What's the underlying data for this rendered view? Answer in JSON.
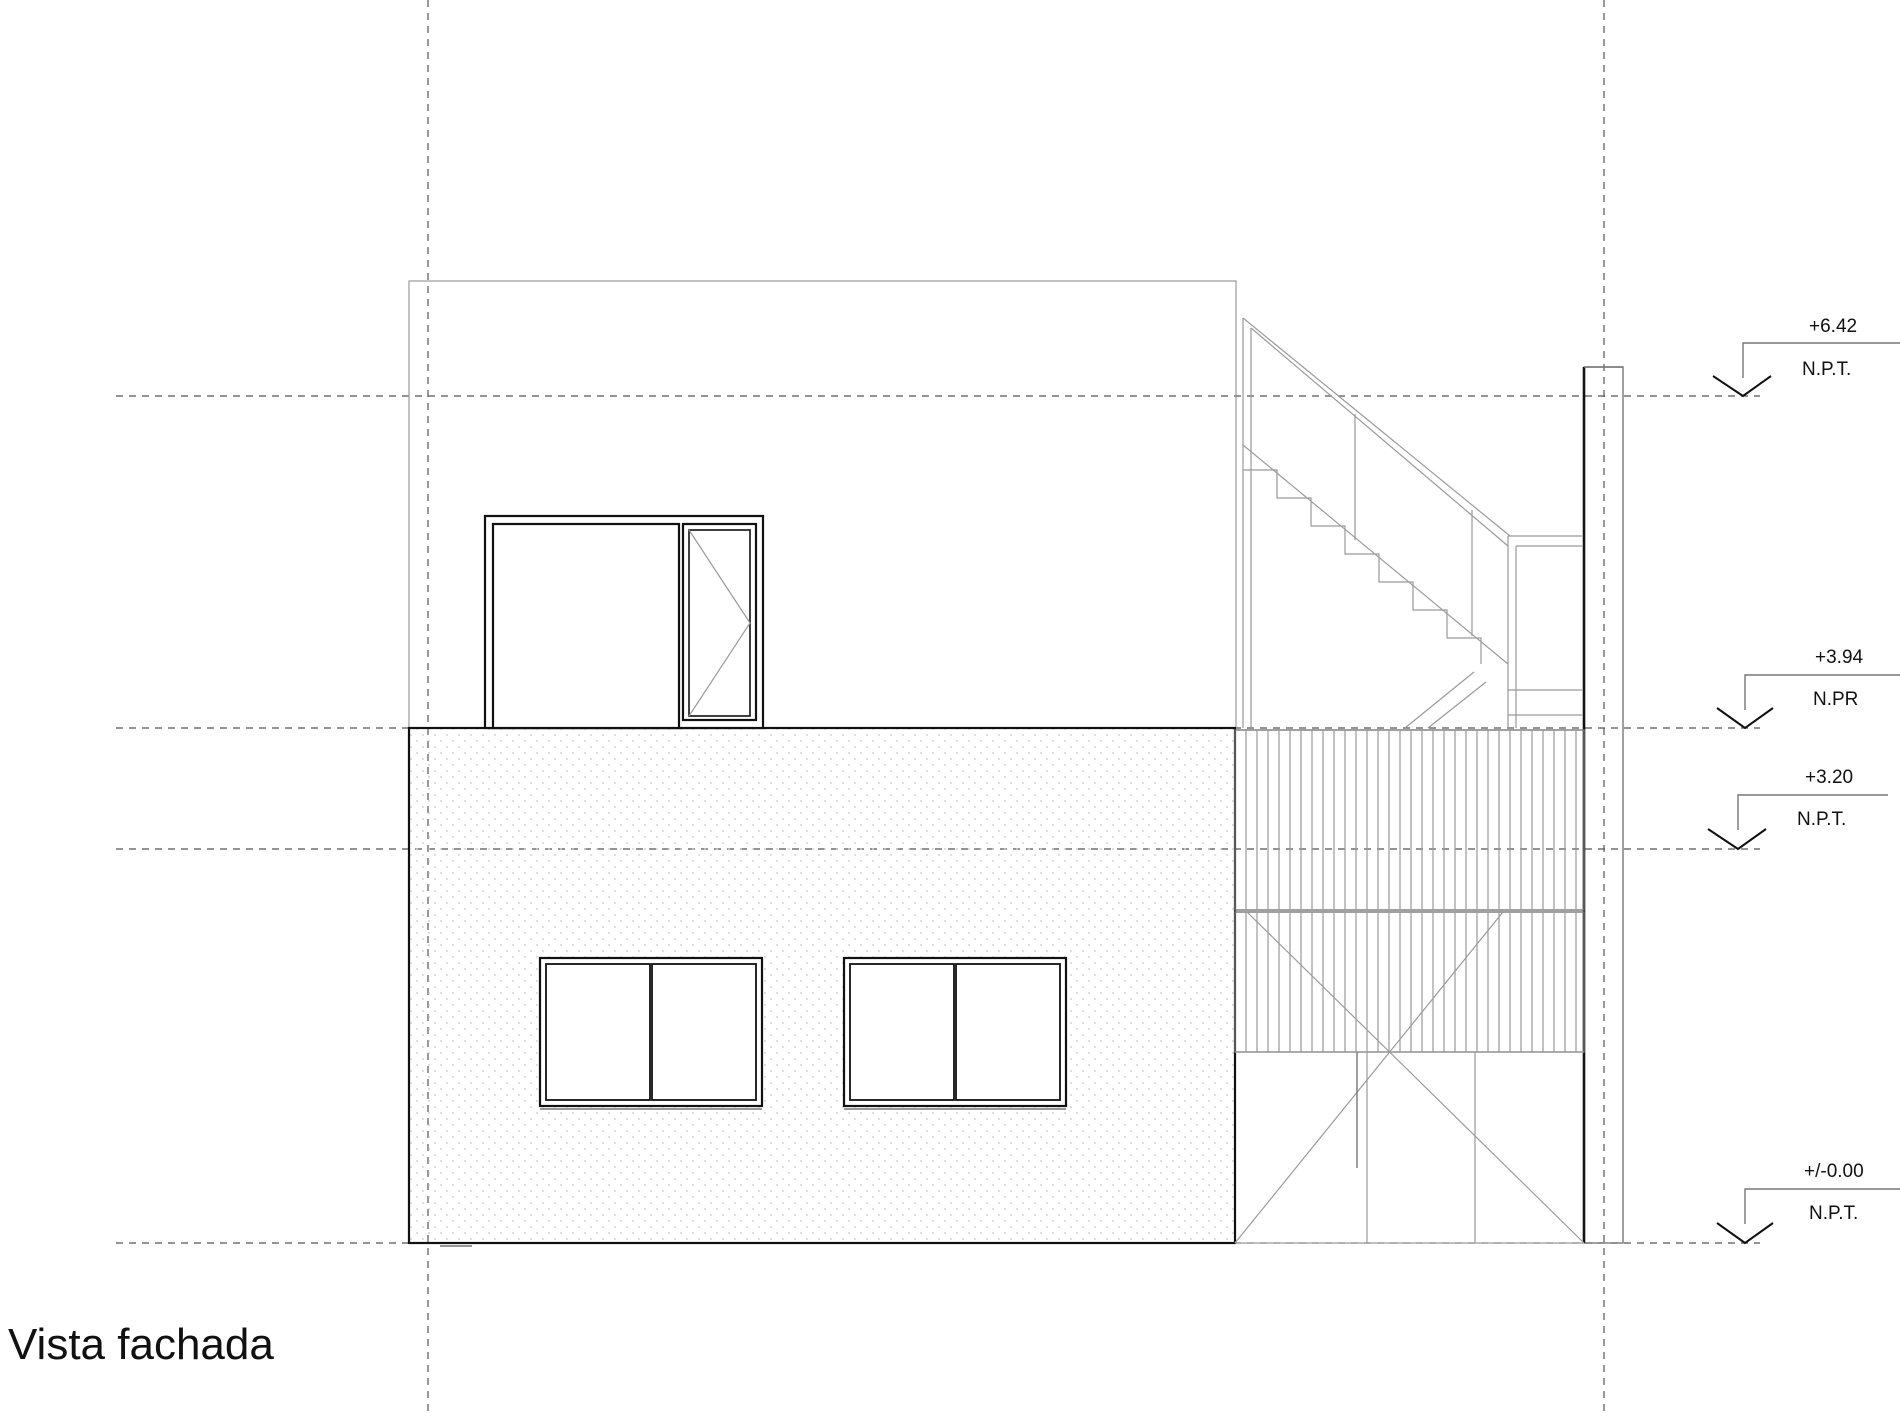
{
  "title": "Vista fachada",
  "levels": [
    {
      "elevation": "+6.42",
      "label": "N.P.T."
    },
    {
      "elevation": "+3.94",
      "label": "N.PR"
    },
    {
      "elevation": "+3.20",
      "label": "N.P.T."
    },
    {
      "elevation": "+/-0.00",
      "label": "N.P.T."
    }
  ]
}
